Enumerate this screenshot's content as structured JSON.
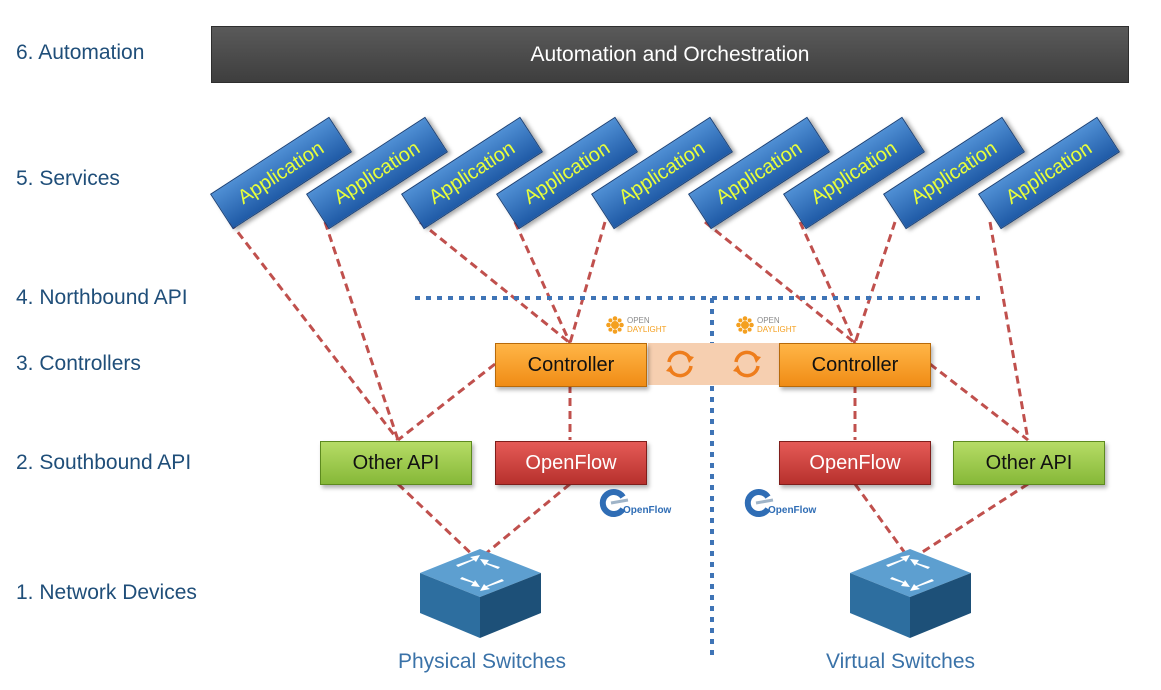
{
  "layers": {
    "automation": "6. Automation",
    "services": "5. Services",
    "northbound": "4. Northbound API",
    "controllers": "3. Controllers",
    "southbound": "2. Southbound API",
    "devices": "1. Network Devices"
  },
  "automation_bar": "Automation and Orchestration",
  "applications": [
    "Application",
    "Application",
    "Application",
    "Application",
    "Application",
    "Application",
    "Application",
    "Application",
    "Application"
  ],
  "controllers": {
    "left": "Controller",
    "right": "Controller"
  },
  "southbound_boxes": {
    "left_other": "Other API",
    "left_openflow": "OpenFlow",
    "right_openflow": "OpenFlow",
    "right_other": "Other API"
  },
  "logos": {
    "opendaylight_line1": "OPEN",
    "opendaylight_line2": "DAYLIGHT",
    "openflow": "OpenFlow"
  },
  "switch_labels": {
    "physical": "Physical Switches",
    "virtual": "Virtual Switches"
  },
  "colors": {
    "label_blue": "#1f4e79",
    "app_blue": "#2e6fbe",
    "app_text": "#e8ff3a",
    "controller_orange": "#f7a02a",
    "openflow_red": "#cc3f3b",
    "other_api_green": "#9ccb4a",
    "wire_red": "#c0504d",
    "divider_blue": "#3f74b6"
  }
}
